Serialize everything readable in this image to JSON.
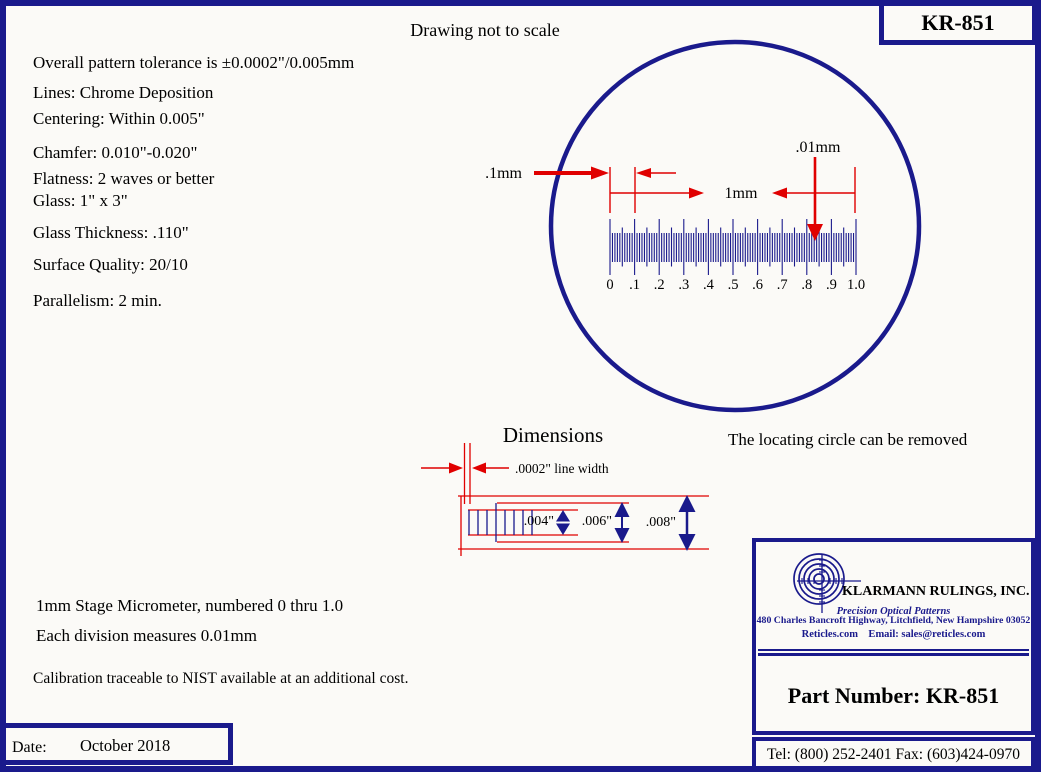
{
  "header": {
    "drawing_note": "Drawing not to scale",
    "part_code": "KR-851"
  },
  "specs": [
    "Overall pattern tolerance is ±0.0002\"/0.005mm",
    "Lines: Chrome Deposition",
    "Centering: Within 0.005\"",
    "Chamfer: 0.010\"-0.020\"",
    "Flatness: 2 waves or better",
    "Glass: 1\" x 3\"",
    "Glass Thickness: .110\"",
    "Surface Quality: 20/10",
    "Parallelism: 2 min."
  ],
  "reticle": {
    "description": "1mm stage micrometer scale, 0 to 1.0mm in 0.01mm divisions",
    "divisions": 100,
    "tick_labels": [
      "0",
      ".1",
      ".2",
      ".3",
      ".4",
      ".5",
      ".6",
      ".7",
      ".8",
      ".9",
      "1.0"
    ],
    "dim_tenth": ".1mm",
    "dim_full": "1mm",
    "dim_division": ".01mm",
    "note": "The locating circle can be removed"
  },
  "dimensions": {
    "heading": "Dimensions",
    "line_width": ".0002\" line width",
    "small_tick": ".004\"",
    "medium_tick": ".006\"",
    "large_tick": ".008\""
  },
  "notes": [
    "1mm Stage Micrometer, numbered 0 thru 1.0",
    "Each division measures 0.01mm",
    "Calibration traceable to NIST available at an additional cost."
  ],
  "footer": {
    "date_label": "Date:",
    "date_value": "October 2018"
  },
  "company": {
    "name": "KLARMANN RULINGS, INC.",
    "tagline": "Precision Optical Patterns",
    "address": "480 Charles Bancroft Highway, Litchfield, New Hampshire 03052",
    "web_email": "Reticles.com    Email: sales@reticles.com",
    "part_number": "Part Number: KR-851",
    "phone": "Tel: (800) 252-2401 Fax: (603)424-0970"
  },
  "colors": {
    "navy": "#1a1a8c",
    "red": "#e00000",
    "text": "#000000"
  }
}
